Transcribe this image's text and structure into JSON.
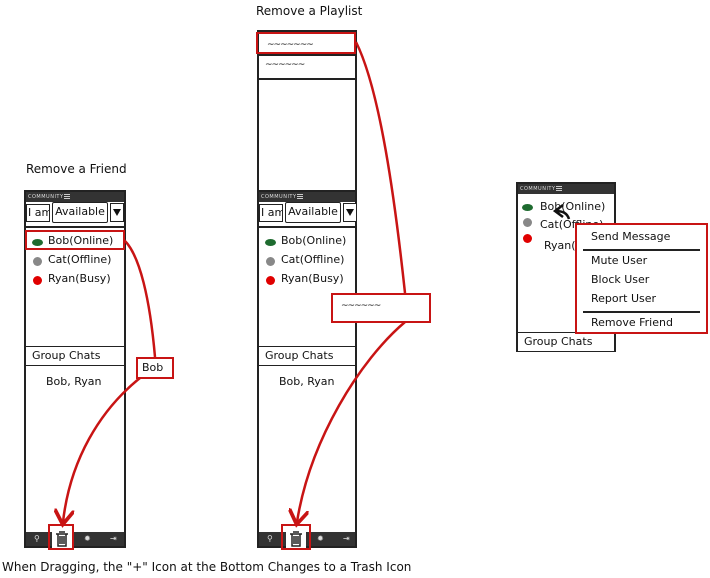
{
  "headings": {
    "remove_friend": "Remove a Friend",
    "remove_playlist": "Remove a Playlist",
    "footer": "When Dragging, the \"+\" Icon at the Bottom Changes to a Trash Icon"
  },
  "app": {
    "title": "COMMUNITY",
    "status_prefix": "I am",
    "status_value": "Available"
  },
  "friends": [
    {
      "label": "Bob(Online)",
      "status_color": "#1e6b2f"
    },
    {
      "label": "Cat(Offline)",
      "status_color": "#888888"
    },
    {
      "label": "Ryan(Busy)",
      "status_color": "#e00000"
    }
  ],
  "group_chats": {
    "header": "Group Chats",
    "items": [
      "Bob, Ryan"
    ]
  },
  "drag_labels": {
    "friend": "Bob",
    "playlist": "~~~~~~"
  },
  "playlists": {
    "items": [
      "~~~~~~~",
      "~~~~~~"
    ]
  },
  "context_panel": {
    "friends": [
      "Bob(Online)",
      "Cat(Offline)",
      "Ryan(Busy)"
    ],
    "group_chats_header": "Group Chats",
    "menu": {
      "send_message": "Send Message",
      "mute_user": "Mute User",
      "block_user": "Block User",
      "report_user": "Report User",
      "remove_friend": "Remove Friend"
    }
  },
  "colors": {
    "accent": "#c81414",
    "titlebar": "#333333"
  },
  "icons": {
    "search": "search-icon",
    "trash": "trash-icon",
    "settings": "gear-icon",
    "exit": "exit-icon"
  }
}
